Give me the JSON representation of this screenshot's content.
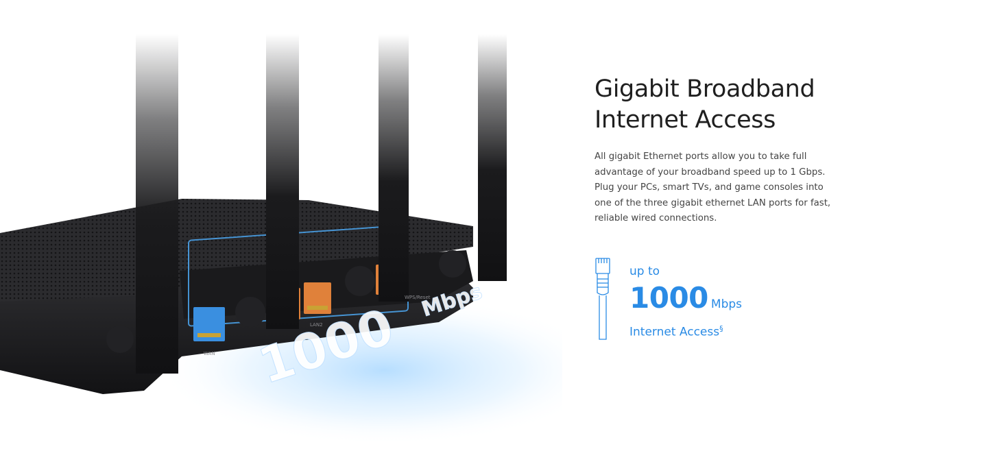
{
  "feature": {
    "headline_line1": "Gigabit Broadband",
    "headline_line2": "Internet Access",
    "description": "All gigabit Ethernet ports allow you to take full advantage of your broadband speed up to 1 Gbps. Plug your PCs, smart TVs, and game consoles into one of the three gigabit ethernet LAN ports for fast, reliable wired connections."
  },
  "stat": {
    "icon": "ethernet-cable-icon",
    "prefix": "up to",
    "number": "1000",
    "unit": "Mbps",
    "suffix": "Internet Access",
    "footnote_mark": "§"
  },
  "image": {
    "speed_overlay": "1000",
    "speed_overlay_unit": "Mbps",
    "port_label_wan": "WAN",
    "port_label_lan": "LAN2",
    "port_label_reset": "WPS/Reset"
  },
  "colors": {
    "accent": "#2a8be5",
    "headline": "#1f1f1f",
    "body": "#444444",
    "lan_port": "#e0813a",
    "wan_port": "#3a8fe0",
    "router_body": "#1c1c1e"
  }
}
